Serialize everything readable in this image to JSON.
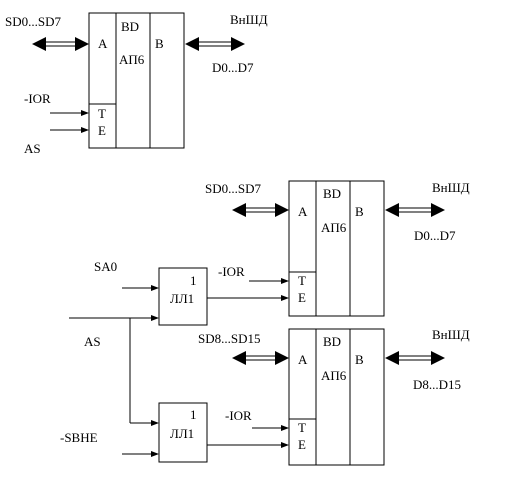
{
  "diagram_1": {
    "bus_left_label": "SD0...SD7",
    "bus_right_label": "ВнШД",
    "bus_right_sub": "D0...D7",
    "ior_label": "-IOR",
    "as_label": "AS",
    "chip": {
      "title": "BD",
      "name": "АП6",
      "port_a": "A",
      "port_b": "B",
      "pin_t": "T",
      "pin_e": "E"
    }
  },
  "diagram_2": {
    "sa0_label": "SA0",
    "as_label": "AS",
    "sbhe_label": "-SBHE",
    "gate_top": {
      "num": "1",
      "name": "ЛЛ1"
    },
    "gate_bottom": {
      "num": "1",
      "name": "ЛЛ1"
    },
    "ior_top_label": "-IOR",
    "ior_bottom_label": "-IOR",
    "chip_top": {
      "bus_left_label": "SD0...SD7",
      "bus_right_label": "ВнШД",
      "bus_right_sub": "D0...D7",
      "title": "BD",
      "name": "АП6",
      "port_a": "A",
      "port_b": "B",
      "pin_t": "T",
      "pin_e": "E"
    },
    "chip_bottom": {
      "bus_left_label": "SD8...SD15",
      "bus_right_label": "ВнШД",
      "bus_right_sub": "D8...D15",
      "title": "BD",
      "name": "АП6",
      "port_a": "A",
      "port_b": "B",
      "pin_t": "T",
      "pin_e": "E"
    }
  }
}
